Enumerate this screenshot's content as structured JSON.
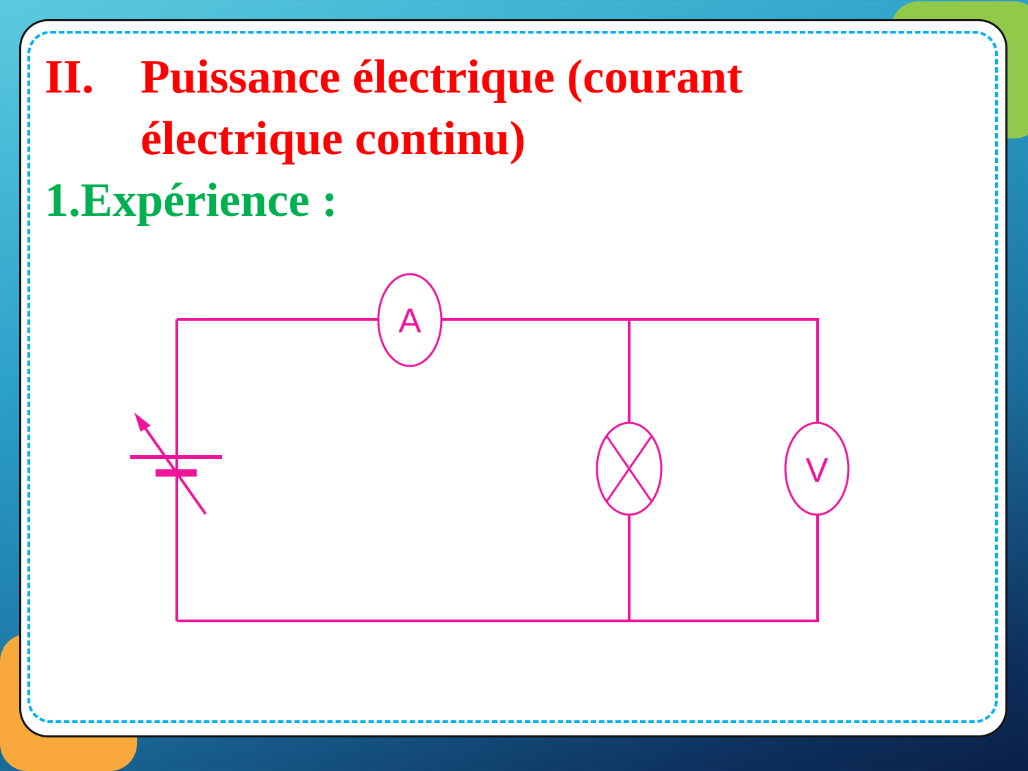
{
  "heading": {
    "number": "II.",
    "line1": "Puissance électrique (courant",
    "line2": "électrique continu)"
  },
  "subheading": "1.Expérience :",
  "circuit": {
    "ammeter_label": "A",
    "voltmeter_label": "V",
    "color": "#f0149a"
  },
  "colors": {
    "title": "#ff0000",
    "subtitle": "#00b050",
    "dashed_border": "#00b0f0"
  }
}
